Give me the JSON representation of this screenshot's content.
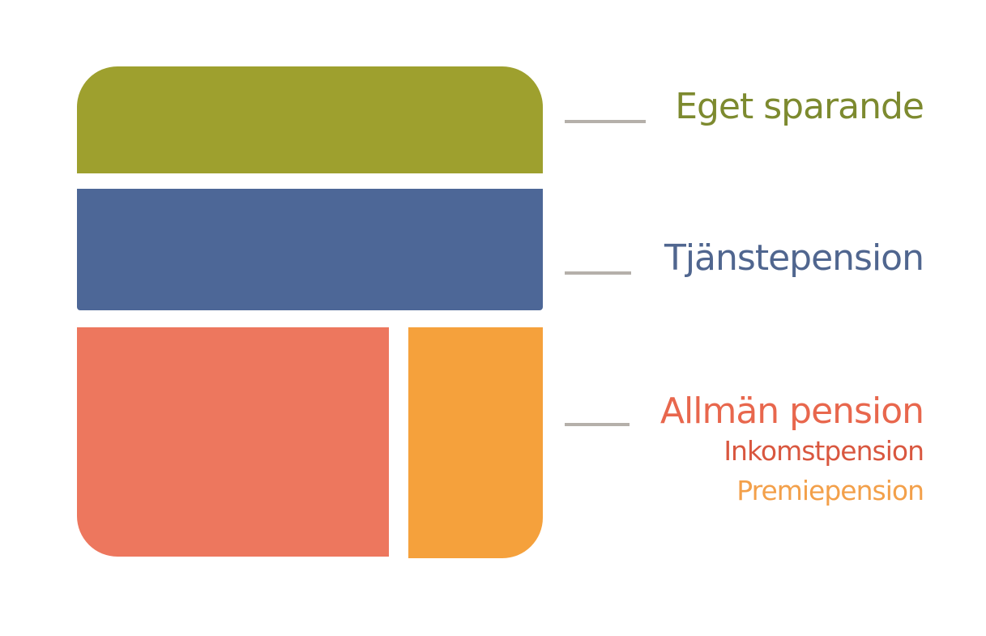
{
  "colors": {
    "eget_sparande": "#9ea02e",
    "tjanstepension": "#4d6797",
    "inkomstpension": "#ed775e",
    "premiepension": "#f5a13c",
    "eget_sparande_text": "#7d8a2f",
    "tjanstepension_text": "#50668f",
    "allman_text": "#e8674d",
    "inkomst_text": "#d9573f",
    "premie_text": "#f3a04a",
    "connector": "#b5b0aa"
  },
  "labels": {
    "eget_sparande": "Eget sparande",
    "tjanstepension": "Tjänstepension",
    "allman_pension": "Allmän pension",
    "inkomstpension": "Inkomstpension",
    "premiepension": "Premiepension"
  }
}
